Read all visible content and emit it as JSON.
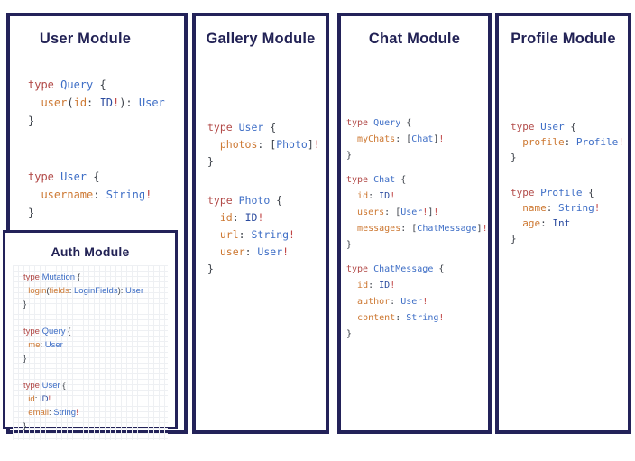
{
  "colors": {
    "border": "#232259",
    "title": "#222255",
    "keyword": "#b24a48",
    "typename": "#3e6ec6",
    "field": "#cd7832",
    "scalar": "#2b4b9f",
    "bang": "#c04444",
    "punct": "#3b4048"
  },
  "modules": [
    {
      "title": "User Module",
      "blocks": [
        [
          [
            [
              "type ",
              "kw"
            ],
            [
              "Query ",
              "ty"
            ],
            [
              "{",
              "pu"
            ]
          ],
          [
            [
              "  ",
              "pu"
            ],
            [
              "user",
              "fld"
            ],
            [
              "(",
              "pu"
            ],
            [
              "id",
              "fld"
            ],
            [
              ": ",
              "pu"
            ],
            [
              "ID",
              "sc"
            ],
            [
              "!",
              "bang"
            ],
            [
              "): ",
              "pu"
            ],
            [
              "User",
              "ty"
            ]
          ],
          [
            [
              "}",
              "pu"
            ]
          ]
        ],
        [
          [
            [
              "type ",
              "kw"
            ],
            [
              "User ",
              "ty"
            ],
            [
              "{",
              "pu"
            ]
          ],
          [
            [
              "  ",
              "pu"
            ],
            [
              "username",
              "fld"
            ],
            [
              ": ",
              "pu"
            ],
            [
              "String",
              "ty"
            ],
            [
              "!",
              "bang"
            ]
          ],
          [
            [
              "}",
              "pu"
            ]
          ]
        ]
      ]
    },
    {
      "title": "Gallery Module",
      "blocks": [
        [
          [
            [
              "type ",
              "kw"
            ],
            [
              "User ",
              "ty"
            ],
            [
              "{",
              "pu"
            ]
          ],
          [
            [
              "  ",
              "pu"
            ],
            [
              "photos",
              "fld"
            ],
            [
              ": ",
              "pu"
            ],
            [
              "[",
              "pu"
            ],
            [
              "Photo",
              "ty"
            ],
            [
              "]",
              "pu"
            ],
            [
              "!",
              "bang"
            ]
          ],
          [
            [
              "}",
              "pu"
            ]
          ]
        ],
        [
          [
            [
              "type ",
              "kw"
            ],
            [
              "Photo ",
              "ty"
            ],
            [
              "{",
              "pu"
            ]
          ],
          [
            [
              "  ",
              "pu"
            ],
            [
              "id",
              "fld"
            ],
            [
              ": ",
              "pu"
            ],
            [
              "ID",
              "sc"
            ],
            [
              "!",
              "bang"
            ]
          ],
          [
            [
              "  ",
              "pu"
            ],
            [
              "url",
              "fld"
            ],
            [
              ": ",
              "pu"
            ],
            [
              "String",
              "ty"
            ],
            [
              "!",
              "bang"
            ]
          ],
          [
            [
              "  ",
              "pu"
            ],
            [
              "user",
              "fld"
            ],
            [
              ": ",
              "pu"
            ],
            [
              "User",
              "ty"
            ],
            [
              "!",
              "bang"
            ]
          ],
          [
            [
              "}",
              "pu"
            ]
          ]
        ]
      ]
    },
    {
      "title": "Chat Module",
      "blocks": [
        [
          [
            [
              "type ",
              "kw"
            ],
            [
              "Query ",
              "ty"
            ],
            [
              "{",
              "pu"
            ]
          ],
          [
            [
              "  ",
              "pu"
            ],
            [
              "myChats",
              "fld"
            ],
            [
              ": ",
              "pu"
            ],
            [
              "[",
              "pu"
            ],
            [
              "Chat",
              "ty"
            ],
            [
              "]",
              "pu"
            ],
            [
              "!",
              "bang"
            ]
          ],
          [
            [
              "}",
              "pu"
            ]
          ]
        ],
        [
          [
            [
              "type ",
              "kw"
            ],
            [
              "Chat ",
              "ty"
            ],
            [
              "{",
              "pu"
            ]
          ],
          [
            [
              "  ",
              "pu"
            ],
            [
              "id",
              "fld"
            ],
            [
              ": ",
              "pu"
            ],
            [
              "ID",
              "sc"
            ],
            [
              "!",
              "bang"
            ]
          ],
          [
            [
              "  ",
              "pu"
            ],
            [
              "users",
              "fld"
            ],
            [
              ": ",
              "pu"
            ],
            [
              "[",
              "pu"
            ],
            [
              "User",
              "ty"
            ],
            [
              "!",
              "bang"
            ],
            [
              "]",
              "pu"
            ],
            [
              "!",
              "bang"
            ]
          ],
          [
            [
              "  ",
              "pu"
            ],
            [
              "messages",
              "fld"
            ],
            [
              ": ",
              "pu"
            ],
            [
              "[",
              "pu"
            ],
            [
              "ChatMessage",
              "ty"
            ],
            [
              "]",
              "pu"
            ],
            [
              "!",
              "bang"
            ]
          ],
          [
            [
              "}",
              "pu"
            ]
          ]
        ],
        [
          [
            [
              "type ",
              "kw"
            ],
            [
              "ChatMessage ",
              "ty"
            ],
            [
              "{",
              "pu"
            ]
          ],
          [
            [
              "  ",
              "pu"
            ],
            [
              "id",
              "fld"
            ],
            [
              ": ",
              "pu"
            ],
            [
              "ID",
              "sc"
            ],
            [
              "!",
              "bang"
            ]
          ],
          [
            [
              "  ",
              "pu"
            ],
            [
              "author",
              "fld"
            ],
            [
              ": ",
              "pu"
            ],
            [
              "User",
              "ty"
            ],
            [
              "!",
              "bang"
            ]
          ],
          [
            [
              "  ",
              "pu"
            ],
            [
              "content",
              "fld"
            ],
            [
              ": ",
              "pu"
            ],
            [
              "String",
              "ty"
            ],
            [
              "!",
              "bang"
            ]
          ],
          [
            [
              "}",
              "pu"
            ]
          ]
        ]
      ]
    },
    {
      "title": "Profile Module",
      "blocks": [
        [
          [
            [
              "type ",
              "kw"
            ],
            [
              "User ",
              "ty"
            ],
            [
              "{",
              "pu"
            ]
          ],
          [
            [
              "  ",
              "pu"
            ],
            [
              "profile",
              "fld"
            ],
            [
              ": ",
              "pu"
            ],
            [
              "Profile",
              "ty"
            ],
            [
              "!",
              "bang"
            ]
          ],
          [
            [
              "}",
              "pu"
            ]
          ]
        ],
        [
          [
            [
              "type ",
              "kw"
            ],
            [
              "Profile ",
              "ty"
            ],
            [
              "{",
              "pu"
            ]
          ],
          [
            [
              "  ",
              "pu"
            ],
            [
              "name",
              "fld"
            ],
            [
              ": ",
              "pu"
            ],
            [
              "String",
              "ty"
            ],
            [
              "!",
              "bang"
            ]
          ],
          [
            [
              "  ",
              "pu"
            ],
            [
              "age",
              "fld"
            ],
            [
              ": ",
              "pu"
            ],
            [
              "Int",
              "sc"
            ]
          ],
          [
            [
              "}",
              "pu"
            ]
          ]
        ]
      ]
    },
    {
      "title": "Auth Module",
      "blocks": [
        [
          [
            [
              "type ",
              "kw"
            ],
            [
              "Mutation ",
              "ty"
            ],
            [
              "{",
              "pu"
            ]
          ],
          [
            [
              "  ",
              "pu"
            ],
            [
              "login",
              "fld"
            ],
            [
              "(",
              "pu"
            ],
            [
              "fields",
              "fld"
            ],
            [
              ": ",
              "pu"
            ],
            [
              "LoginFields",
              "ty"
            ],
            [
              "): ",
              "pu"
            ],
            [
              "User",
              "ty"
            ]
          ],
          [
            [
              "}",
              "pu"
            ]
          ]
        ],
        [
          [
            [
              "type ",
              "kw"
            ],
            [
              "Query ",
              "ty"
            ],
            [
              "{",
              "pu"
            ]
          ],
          [
            [
              "  ",
              "pu"
            ],
            [
              "me",
              "fld"
            ],
            [
              ": ",
              "pu"
            ],
            [
              "User",
              "ty"
            ]
          ],
          [
            [
              "}",
              "pu"
            ]
          ]
        ],
        [
          [
            [
              "type ",
              "kw"
            ],
            [
              "User ",
              "ty"
            ],
            [
              "{",
              "pu"
            ]
          ],
          [
            [
              "  ",
              "pu"
            ],
            [
              "id",
              "fld"
            ],
            [
              ": ",
              "pu"
            ],
            [
              "ID",
              "sc"
            ],
            [
              "!",
              "bang"
            ]
          ],
          [
            [
              "  ",
              "pu"
            ],
            [
              "email",
              "fld"
            ],
            [
              ": ",
              "pu"
            ],
            [
              "String",
              "ty"
            ],
            [
              "!",
              "bang"
            ]
          ],
          [
            [
              "}",
              "pu"
            ]
          ]
        ]
      ]
    }
  ]
}
